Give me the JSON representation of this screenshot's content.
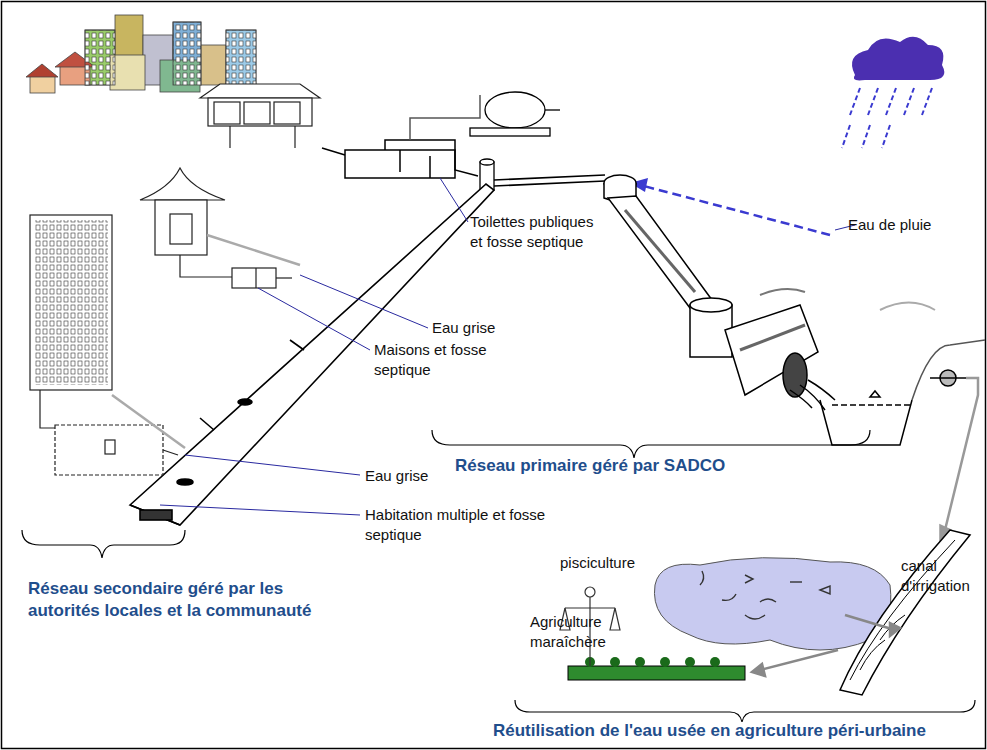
{
  "diagram": {
    "labels": [
      "Toilettes publiques et fosse septique",
      "Eau de pluie",
      "Eau grise",
      "Maisons et fosse septique",
      "Eau grise",
      "Habitation multiple et fosse septique",
      "Réseau primaire géré par SADCO",
      "Réseau secondaire géré par les autorités locales et la communauté",
      "pisciculture",
      "canal d'irrigation",
      "Agriculture maraîchère",
      "Réutilisation de l'eau usée en agriculture péri-urbaine"
    ]
  }
}
